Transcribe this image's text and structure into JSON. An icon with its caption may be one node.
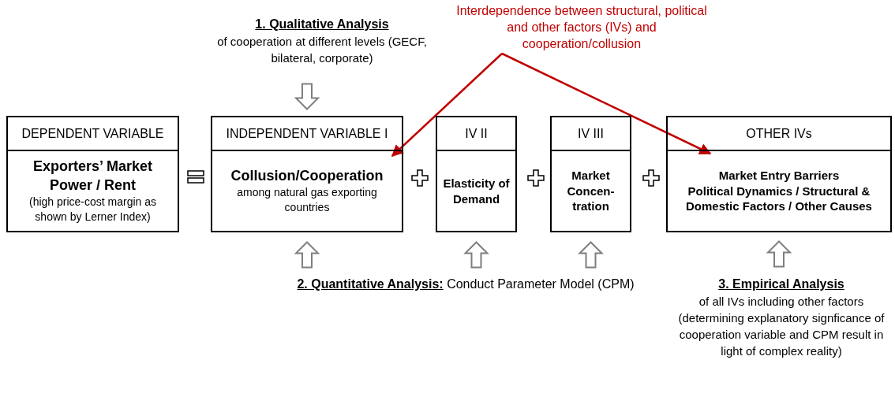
{
  "diagram": {
    "nodes": [
      {
        "text": [
          "DEPENDENT VARIABLE",
          "Exporters’ Market Power / Rent",
          "(high price-cost margin as shown by Lerner Index)"
        ]
      },
      {
        "text": [
          "INDEPENDENT VARIABLE I",
          "Collusion/Cooperation",
          "among natural gas exporting countries"
        ]
      },
      {
        "text": [
          "IV II",
          "Elasticity of Demand"
        ]
      },
      {
        "text": [
          "IV III",
          "Market Concen-tration"
        ]
      },
      {
        "text": [
          "OTHER IVs",
          "Market Entry Barriers",
          "Political Dynamics / Structural & Domestic Factors / Other Causes"
        ]
      },
      {
        "text": [
          "1. Qualitative Analysis",
          "of cooperation at different levels (GECF, bilateral, corporate)"
        ]
      },
      {
        "text": [
          "Interdependence between structural, political and other factors (IVs) and cooperation/collusion"
        ]
      },
      {
        "text": [
          "**2. Quantitative Analysis:** Conduct Parameter Model (CPM)"
        ]
      },
      {
        "text": [
          "3. Empirical Analysis",
          "of all IVs including other factors (determining explanatory signficance of cooperation variable and CPM result in light of complex reality)"
        ]
      }
    ],
    "edges": [
      {
        "from": 5,
        "to": 1,
        "arrow": "to",
        "style": "thick"
      },
      {
        "from": 7,
        "to": 1,
        "arrow": "to",
        "style": "thick"
      },
      {
        "from": 7,
        "to": 2,
        "arrow": "to",
        "style": "thick"
      },
      {
        "from": 7,
        "to": 3,
        "arrow": "to",
        "style": "thick"
      },
      {
        "from": 8,
        "to": 4,
        "arrow": "to",
        "style": "thick"
      },
      {
        "from": 6,
        "to": 1,
        "arrow": "to",
        "color": "#c00000"
      },
      {
        "from": 6,
        "to": 4,
        "arrow": "to",
        "color": "#c00000"
      }
    ]
  }
}
